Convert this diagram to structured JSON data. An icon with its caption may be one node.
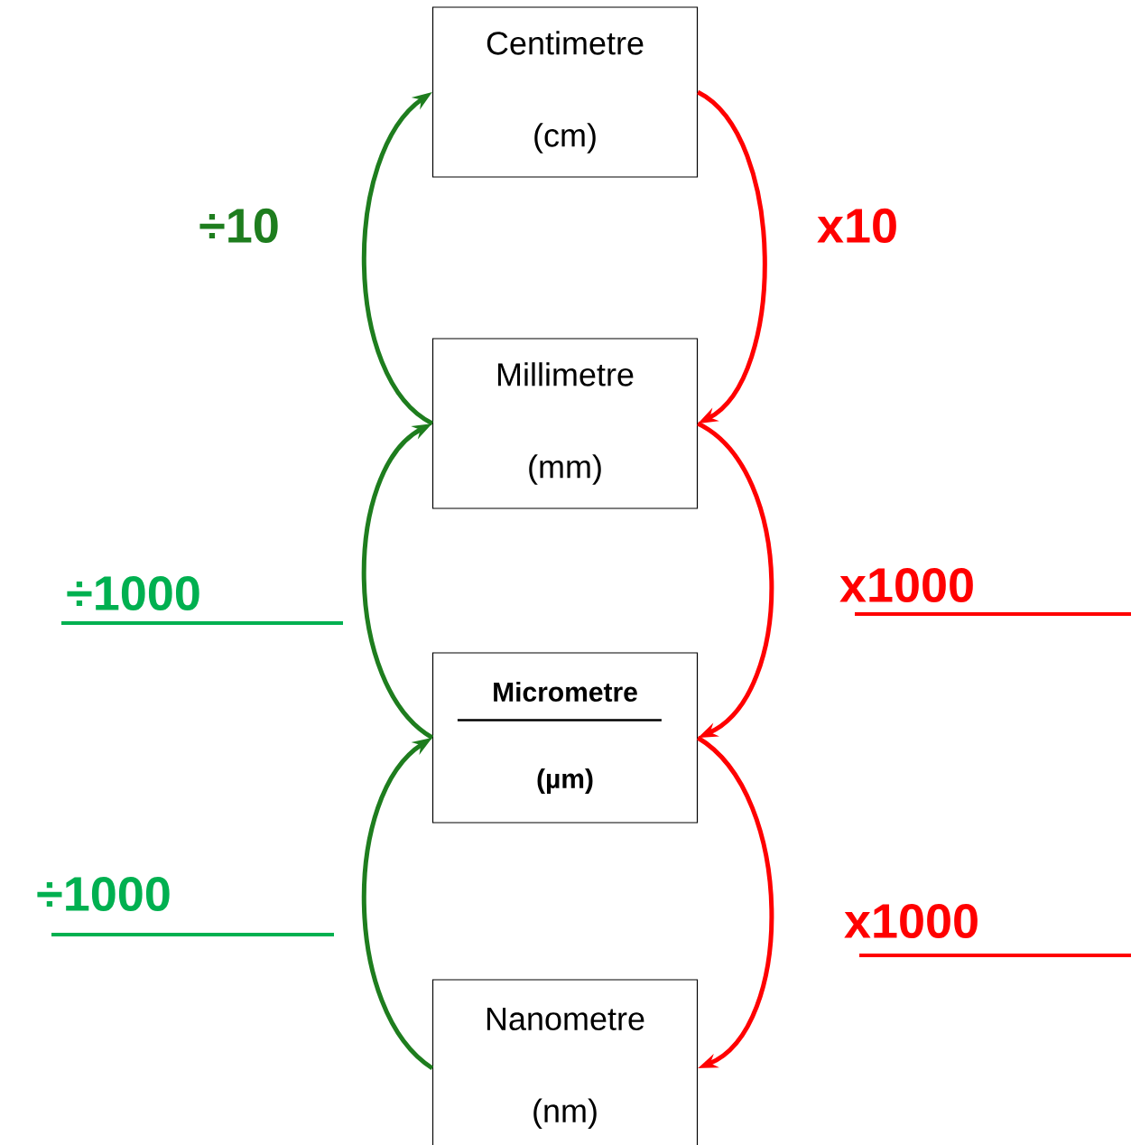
{
  "diagram": {
    "nodes": [
      {
        "text": [
          "Centimetre",
          "(cm)"
        ]
      },
      {
        "text": [
          "Millimetre",
          "(mm)"
        ]
      },
      {
        "text": [
          "Micrometre",
          "(µm)"
        ]
      },
      {
        "text": [
          "Nanometre",
          "(nm)"
        ]
      }
    ],
    "edges": [
      {
        "from": 1,
        "to": 0,
        "arrow": "to",
        "label": "÷10",
        "color": "#1e7d1e"
      },
      {
        "from": 0,
        "to": 1,
        "arrow": "to",
        "label": "x10",
        "color": "#ff0000"
      },
      {
        "from": 2,
        "to": 1,
        "arrow": "to",
        "label": "÷1000",
        "color": "#1e7d1e"
      },
      {
        "from": 1,
        "to": 2,
        "arrow": "to",
        "label": "x1000",
        "color": "#ff0000"
      },
      {
        "from": 3,
        "to": 2,
        "arrow": "to",
        "label": "÷1000",
        "color": "#1e7d1e"
      },
      {
        "from": 2,
        "to": 3,
        "arrow": "to",
        "label": "x1000",
        "color": "#ff0000"
      }
    ]
  }
}
